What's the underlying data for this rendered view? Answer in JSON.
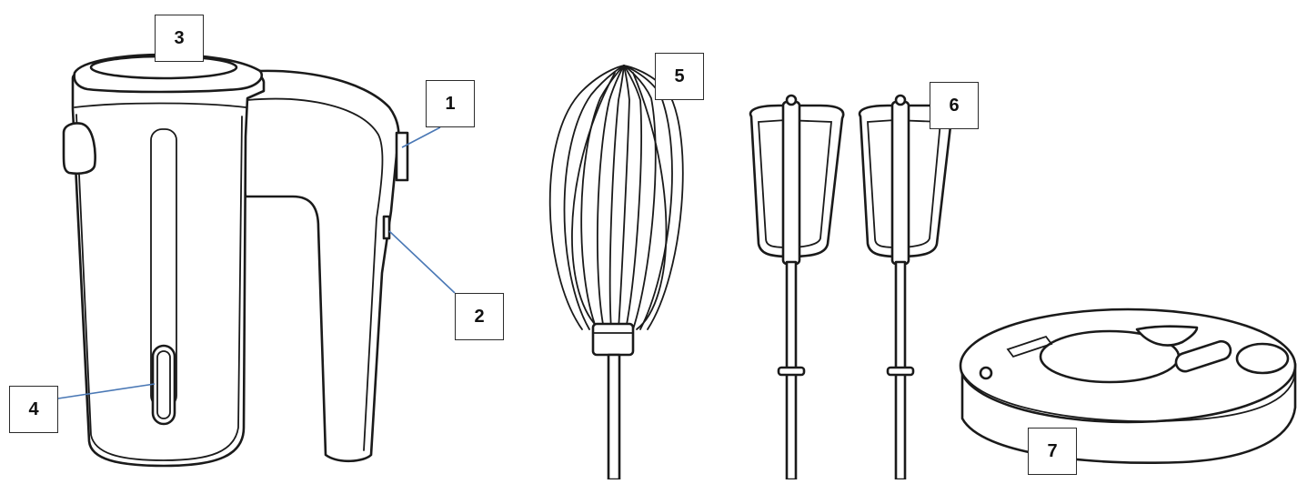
{
  "labels": {
    "l1": "1",
    "l2": "2",
    "l3": "3",
    "l4": "4",
    "l5": "5",
    "l6": "6",
    "l7": "7"
  },
  "colors": {
    "outline": "#1a1a1a",
    "leader_line": "#4a78b5",
    "background": "#ffffff"
  }
}
